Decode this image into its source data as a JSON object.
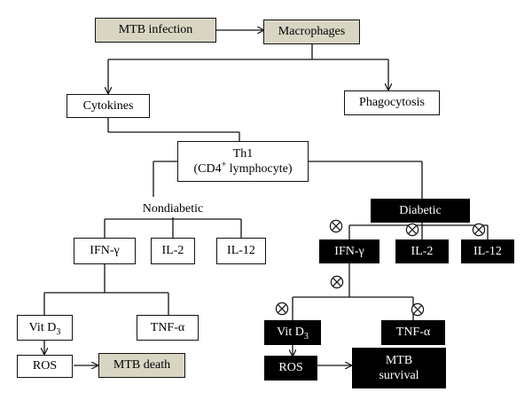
{
  "nodes": {
    "mtb_infection": "MTB infection",
    "macrophages": "Macrophages",
    "cytokines": "Cytokines",
    "phagocytosis": "Phagocytosis",
    "th1_line1": "Th1",
    "th1_line2_pre": "(CD4",
    "th1_line2_sup": "+",
    "th1_line2_post": " lymphocyte)",
    "nondiabetic": "Nondiabetic",
    "diabetic": "Diabetic",
    "ifn_gamma": "IFN-γ",
    "il2": "IL-2",
    "il12": "IL-12",
    "vitd3_pre": "Vit D",
    "vitd3_sub": "3",
    "tnf_alpha": "TNF-α",
    "ros": "ROS",
    "mtb_death": "MTB death",
    "mtb_survival_line1": "MTB",
    "mtb_survival_line2": "survival"
  },
  "colors": {
    "tan": "#d9d5c3",
    "black": "#000000",
    "white": "#ffffff"
  },
  "icons": {
    "inhibition": "circled-times-icon"
  }
}
